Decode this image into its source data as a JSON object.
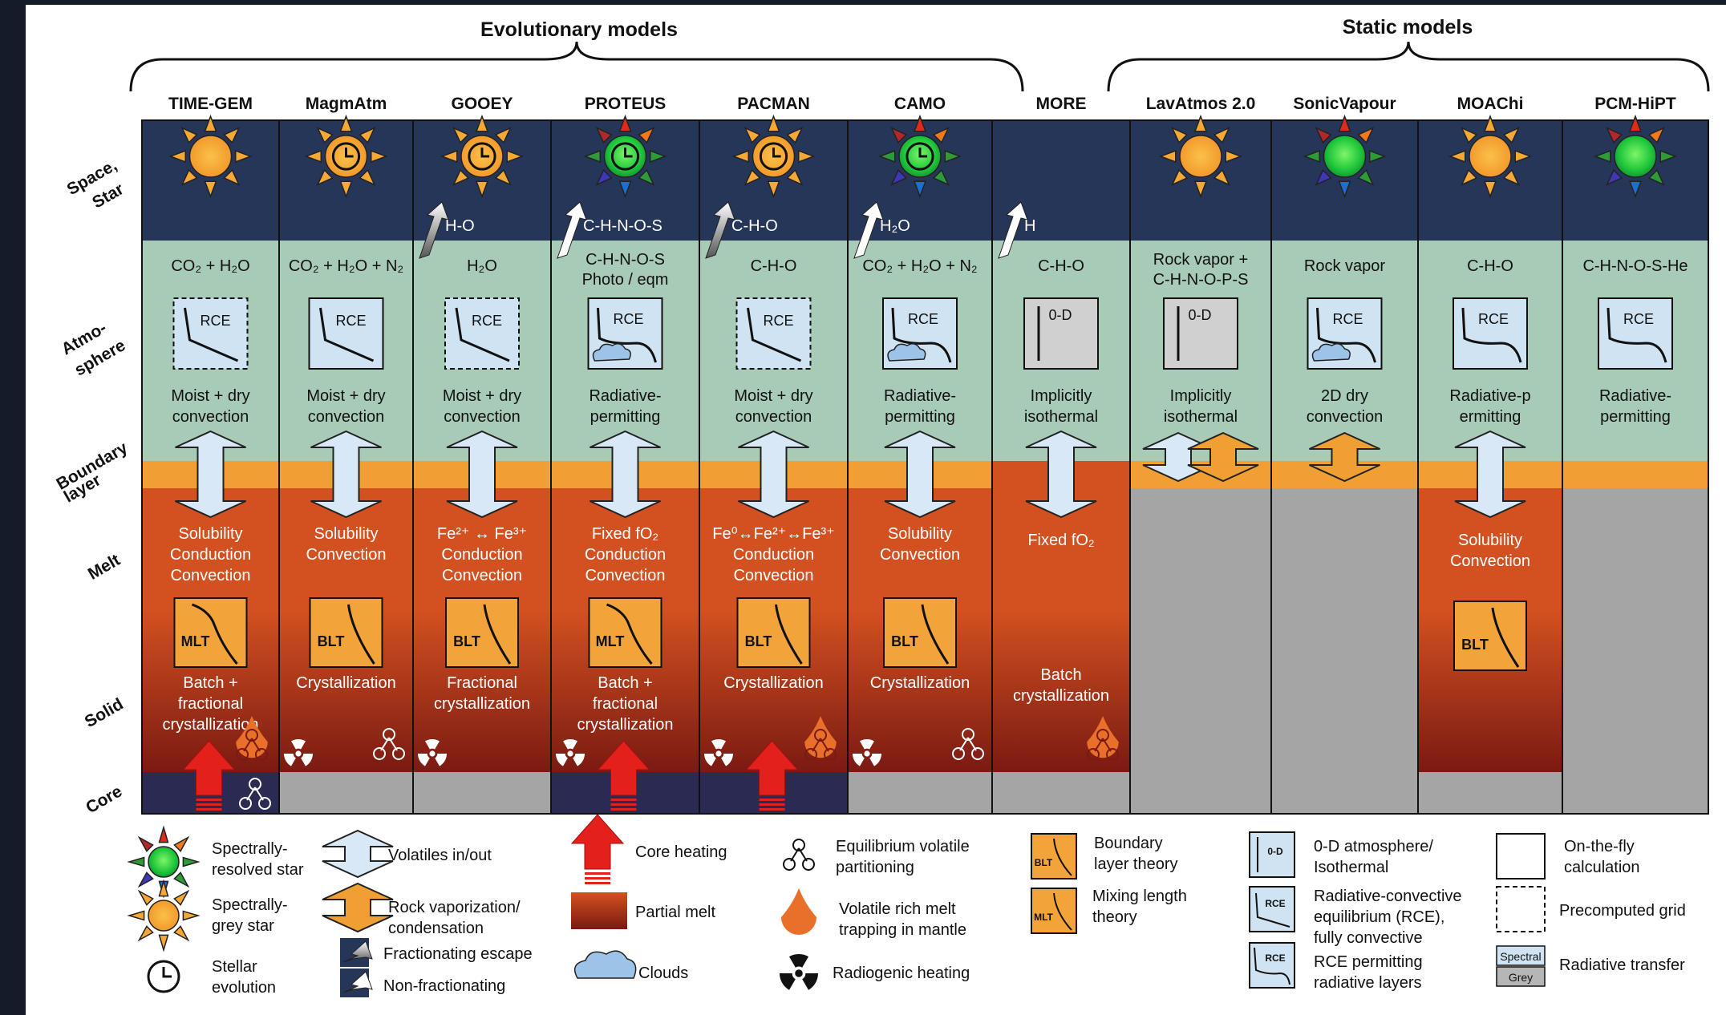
{
  "groups": {
    "evolutionary": "Evolutionary models",
    "static": "Static models"
  },
  "row_labels": {
    "space": [
      "Space,",
      "Star"
    ],
    "atmosphere": [
      "Atmo-",
      "sphere"
    ],
    "boundary": [
      "Boundary",
      "layer"
    ],
    "melt": "Melt",
    "solid": "Solid",
    "core": "Core"
  },
  "models": [
    {
      "name": "TIME-GEM",
      "star": "grey",
      "clock": false,
      "escape": null,
      "atm": "CO₂ + H₂O",
      "profile": "RCE",
      "grid": "precomputed",
      "profile_style": "convective",
      "cloud": false,
      "atm_method": [
        "Moist + dry",
        "convection"
      ],
      "boundary": "both",
      "melt": [
        "Solubility",
        "Conduction",
        "Convection"
      ],
      "melt_model": "MLT",
      "solid": [
        "Batch +",
        "fractional",
        "crystallization"
      ],
      "core": "core",
      "icons": [
        "core-heating",
        "equilibrium",
        "volatile-trap"
      ]
    },
    {
      "name": "MagmAtm",
      "star": "grey",
      "clock": true,
      "escape": null,
      "atm": "CO₂ + H₂O + N₂",
      "profile": "RCE",
      "grid": "onthefly",
      "profile_style": "convective",
      "cloud": false,
      "atm_method": [
        "Moist + dry",
        "convection"
      ],
      "boundary": "both",
      "melt": [
        "Solubility",
        "Convection"
      ],
      "melt_model": "BLT",
      "solid": [
        "Crystallization"
      ],
      "core": "grey",
      "icons": [
        "radiogenic",
        "equilibrium"
      ]
    },
    {
      "name": "GOOEY",
      "star": "grey",
      "clock": true,
      "escape": {
        "label": "H-O",
        "type": "fractionating"
      },
      "atm": "H₂O",
      "profile": "RCE",
      "grid": "precomputed",
      "profile_style": "convective",
      "cloud": false,
      "atm_method": [
        "Moist + dry",
        "convection"
      ],
      "boundary": "both",
      "melt": [
        "Fe²⁺ ↔ Fe³⁺",
        "Conduction",
        "Convection"
      ],
      "melt_model": "BLT",
      "solid": [
        "Fractional",
        "crystallization"
      ],
      "core": "grey",
      "icons": [
        "radiogenic"
      ]
    },
    {
      "name": "PROTEUS",
      "star": "spectral",
      "clock": true,
      "escape": {
        "label": "C-H-N-O-S",
        "type": "non"
      },
      "atm": "C-H-N-O-S|Photo / eqm",
      "profile": "RCE",
      "grid": "onthefly",
      "profile_style": "permitting",
      "cloud": true,
      "atm_method": [
        "Radiative-",
        "permitting"
      ],
      "boundary": "both",
      "melt": [
        "Fixed fO₂",
        "Conduction",
        "Convection"
      ],
      "melt_model": "MLT",
      "solid": [
        "Batch +",
        "fractional",
        "crystallization"
      ],
      "core": "core",
      "icons": [
        "radiogenic",
        "core-heating"
      ]
    },
    {
      "name": "PACMAN",
      "star": "grey",
      "clock": true,
      "escape": {
        "label": "C-H-O",
        "type": "fractionating"
      },
      "atm": "C-H-O",
      "profile": "RCE",
      "grid": "precomputed",
      "profile_style": "convective",
      "cloud": false,
      "atm_method": [
        "Moist + dry",
        "convection"
      ],
      "boundary": "both",
      "melt": [
        "Fe⁰↔Fe²⁺↔Fe³⁺",
        "Conduction",
        "Convection"
      ],
      "melt_model": "BLT",
      "solid": [
        "Crystallization"
      ],
      "core": "core",
      "icons": [
        "radiogenic",
        "core-heating",
        "volatile-trap"
      ]
    },
    {
      "name": "CAMO",
      "star": "spectral",
      "clock": true,
      "escape": {
        "label": "H₂O",
        "type": "non"
      },
      "atm": "CO₂ + H₂O + N₂",
      "profile": "RCE",
      "grid": "onthefly",
      "profile_style": "permitting",
      "cloud": true,
      "atm_method": [
        "Radiative-",
        "permitting"
      ],
      "boundary": "both",
      "melt": [
        "Solubility",
        "Convection"
      ],
      "melt_model": "BLT",
      "solid": [
        "Crystallization"
      ],
      "core": "grey",
      "icons": [
        "radiogenic",
        "equilibrium"
      ]
    },
    {
      "name": "MORE",
      "star": "none",
      "clock": false,
      "escape": {
        "label": "H",
        "type": "non"
      },
      "atm": "C-H-O",
      "profile": "0-D",
      "grid": "onthefly",
      "profile_style": "zero",
      "cloud": false,
      "atm_method": [
        "Implicitly",
        "isothermal"
      ],
      "boundary": "melt",
      "melt": [
        "Fixed fO₂"
      ],
      "melt_model": null,
      "solid": [
        "Batch",
        "crystallization"
      ],
      "core": "grey",
      "icons": [
        "volatile-trap"
      ]
    },
    {
      "name": "LavAtmos 2.0",
      "star": "grey",
      "clock": false,
      "escape": null,
      "atm": "Rock vapor +|C-H-N-O-P-S",
      "profile": "0-D",
      "grid": "onthefly",
      "profile_style": "zero",
      "cloud": false,
      "atm_method": [
        "Implicitly",
        "isothermal"
      ],
      "boundary": "both",
      "melt": [],
      "melt_model": null,
      "solid": [],
      "core": "grey",
      "icons": []
    },
    {
      "name": "SonicVapour",
      "star": "spectral",
      "clock": false,
      "escape": null,
      "atm": "Rock vapor",
      "profile": "RCE",
      "grid": "onthefly",
      "profile_style": "permitting",
      "cloud": true,
      "atm_method": [
        "2D dry",
        "convection"
      ],
      "boundary": "orange",
      "melt": [],
      "melt_model": null,
      "solid": [],
      "core": "grey",
      "icons": []
    },
    {
      "name": "MOAChi",
      "star": "grey",
      "clock": false,
      "escape": null,
      "atm": "C-H-O",
      "profile": "RCE",
      "grid": "onthefly",
      "profile_style": "permitting",
      "cloud": false,
      "atm_method": [
        "Radiative-p",
        "ermitting"
      ],
      "boundary": "both",
      "melt": [
        "Solubility",
        "Convection"
      ],
      "melt_model": "BLT",
      "solid": [],
      "core": "grey",
      "icons": []
    },
    {
      "name": "PCM-HiPT",
      "star": "spectral",
      "clock": false,
      "escape": null,
      "atm": "C-H-N-O-S-He",
      "profile": "RCE",
      "grid": "onthefly",
      "profile_style": "permitting",
      "cloud": false,
      "atm_method": [
        "Radiative-",
        "permitting"
      ],
      "boundary": "none",
      "melt": [],
      "melt_model": null,
      "solid": [],
      "core": "grey",
      "icons": []
    }
  ],
  "legend": {
    "spectral_star": [
      "Spectrally-",
      "resolved star"
    ],
    "grey_star": [
      "Spectrally-",
      "grey star"
    ],
    "stellar_evolution": [
      "Stellar",
      "evolution"
    ],
    "volatiles": "Volatiles in/out",
    "rock_vapor": [
      "Rock vaporization/",
      "condensation"
    ],
    "fractionating": "Fractionating escape",
    "non_fractionating": "Non-fractionating",
    "core_heating": "Core heating",
    "partial_melt": "Partial melt",
    "clouds": "Clouds",
    "equilibrium": [
      "Equilibrium volatile",
      "partitioning"
    ],
    "volatile_trap": [
      "Volatile rich melt",
      "trapping in mantle"
    ],
    "radiogenic": "Radiogenic heating",
    "blt": [
      "Boundary",
      "layer theory"
    ],
    "mlt": [
      "Mixing length",
      "theory"
    ],
    "zero_d": [
      "0-D atmosphere/",
      "Isothermal"
    ],
    "rce_conv": [
      "Radiative-convective",
      "equilibrium (RCE),",
      "fully convective"
    ],
    "rce_perm": [
      "RCE permitting",
      "radiative layers"
    ],
    "onthefly": [
      "On-the-fly",
      "calculation"
    ],
    "precomputed": "Precomputed grid",
    "radiative_transfer": "Radiative transfer",
    "spectral_tag": "Spectral",
    "grey_tag": "Grey",
    "blt_tag": "BLT",
    "mlt_tag": "MLT",
    "zero_tag": "0-D",
    "rce_tag": "RCE"
  },
  "colors": {
    "space": "#263659",
    "atmosphere": "#a8cbb7",
    "boundary": "#f0a033",
    "melt": "#d35120",
    "solid": "#7a1a12",
    "core": "#2b2a52",
    "grey_fill": "#a5a5a5",
    "sun_orange": "#f5a836"
  }
}
